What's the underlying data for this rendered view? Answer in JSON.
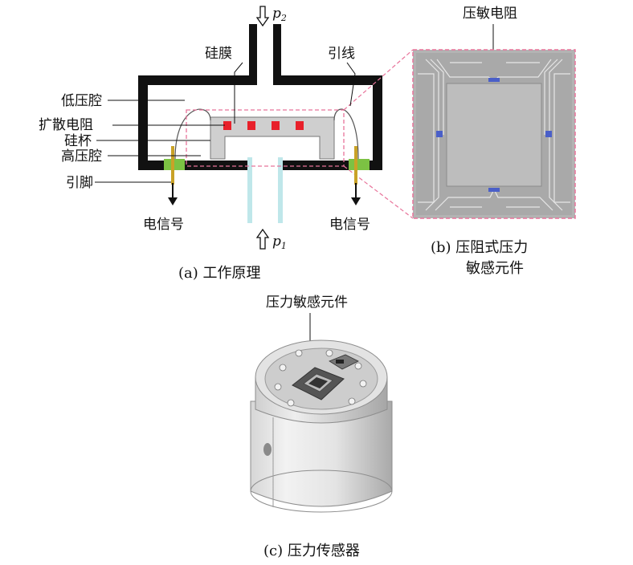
{
  "panel_a": {
    "caption": "(a) 工作原理",
    "p2": "p",
    "p2_sub": "2",
    "p1": "p",
    "p1_sub": "1",
    "labels": {
      "silicon_membrane": "硅膜",
      "lead_wire": "引线",
      "low_pressure_chamber": "低压腔",
      "diffused_resistor": "扩散电阻",
      "silicon_cup": "硅杯",
      "high_pressure_chamber": "高压腔",
      "pin": "引脚",
      "signal_left": "电信号",
      "signal_right": "电信号"
    }
  },
  "panel_b": {
    "top_label": "压敏电阻",
    "caption_line1": "(b) 压阻式压力",
    "caption_line2": "敏感元件"
  },
  "panel_c": {
    "top_label": "压力敏感元件",
    "caption": "(c) 压力传感器"
  },
  "colors": {
    "wall": "#111111",
    "resistor": "#e8202a",
    "pad": "#7cc243",
    "pin": "#c9a227",
    "dashed": "#e8739a",
    "chip": "#b8b8b8",
    "channel": "#bfe7ea"
  }
}
